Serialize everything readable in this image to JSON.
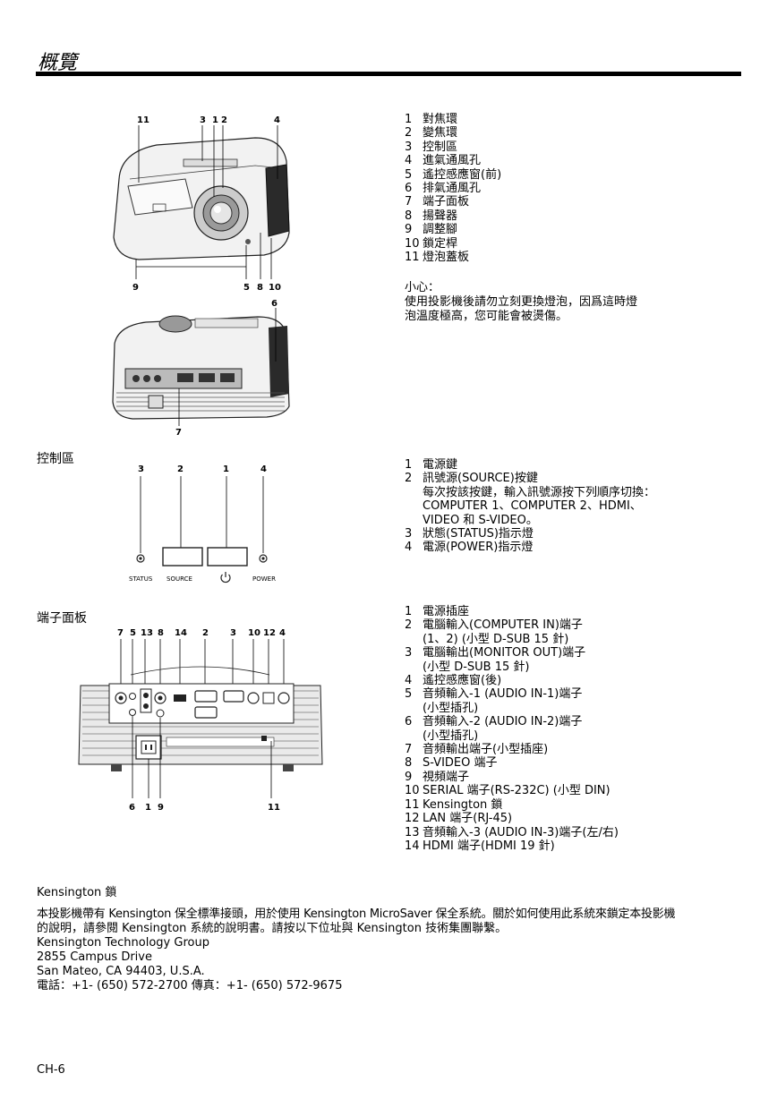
{
  "header": {
    "title": "概覽"
  },
  "overview": {
    "callouts_top": [
      "11",
      "3",
      "1",
      "2",
      "4"
    ],
    "callouts_bottom": [
      "9",
      "5",
      "8",
      "10"
    ],
    "callout_6": "6",
    "callout_7": "7",
    "parts": [
      {
        "n": "1",
        "label": "對焦環"
      },
      {
        "n": "2",
        "label": "變焦環"
      },
      {
        "n": "3",
        "label": "控制區"
      },
      {
        "n": "4",
        "label": "進氣通風孔"
      },
      {
        "n": "5",
        "label": "遙控感應窗(前)"
      },
      {
        "n": "6",
        "label": "排氣通風孔"
      },
      {
        "n": "7",
        "label": "端子面板"
      },
      {
        "n": "8",
        "label": "揚聲器"
      },
      {
        "n": "9",
        "label": "調整腳"
      },
      {
        "n": "10",
        "label": "鎖定桿"
      },
      {
        "n": "11",
        "label": "燈泡蓋板"
      }
    ],
    "caution_title": "小心：",
    "caution_text_1": "使用投影機後請勿立刻更換燈泡，因爲這時燈",
    "caution_text_2": "泡溫度極高，您可能會被燙傷。"
  },
  "control": {
    "title": "控制區",
    "callouts": [
      "3",
      "2",
      "1",
      "4"
    ],
    "labels": {
      "status": "STATUS",
      "source": "SOURCE",
      "power": "POWER"
    },
    "items": [
      {
        "n": "1",
        "label": "電源鍵"
      },
      {
        "n": "2",
        "label": "訊號源(SOURCE)按鍵"
      }
    ],
    "item2_desc": [
      "每次按該按鍵，輸入訊號源按下列順序切換：",
      "COMPUTER 1、COMPUTER 2、HDMI、",
      "VIDEO 和 S-VIDEO。"
    ],
    "items_after": [
      {
        "n": "3",
        "label": "狀態(STATUS)指示燈"
      },
      {
        "n": "4",
        "label": "電源(POWER)指示燈"
      }
    ]
  },
  "terminal": {
    "title": "端子面板",
    "callouts_top": [
      "7",
      "5",
      "13",
      "8",
      "14",
      "2",
      "3",
      "10",
      "12",
      "4"
    ],
    "callouts_bottom": [
      "6",
      "1",
      "9",
      "11"
    ],
    "items": [
      {
        "n": "1",
        "label": "電源插座",
        "sub": ""
      },
      {
        "n": "2",
        "label": "電腦輸入(COMPUTER IN)端子",
        "sub": "(1、2) (小型 D-SUB 15 針)"
      },
      {
        "n": "3",
        "label": "電腦輸出(MONITOR OUT)端子",
        "sub": "(小型 D-SUB 15  針)"
      },
      {
        "n": "4",
        "label": "遙控感應窗(後)",
        "sub": ""
      },
      {
        "n": "5",
        "label": "音頻輸入-1 (AUDIO IN-1)端子",
        "sub": "(小型插孔)"
      },
      {
        "n": "6",
        "label": "音頻輸入-2 (AUDIO IN-2)端子",
        "sub": "(小型插孔)"
      },
      {
        "n": "7",
        "label": "音頻輸出端子(小型插座)",
        "sub": ""
      },
      {
        "n": "8",
        "label": "S-VIDEO 端子",
        "sub": ""
      },
      {
        "n": "9",
        "label": "視頻端子",
        "sub": ""
      },
      {
        "n": "10",
        "label": "SERIAL 端子(RS-232C) (小型 DIN)",
        "sub": ""
      },
      {
        "n": "11",
        "label": "Kensington 鎖",
        "sub": ""
      },
      {
        "n": "12",
        "label": "LAN 端子(RJ-45)",
        "sub": ""
      },
      {
        "n": "13",
        "label": "音頻輸入-3 (AUDIO IN-3)端子(左/右)",
        "sub": ""
      },
      {
        "n": "14",
        "label": "HDMI 端子(HDMI 19 針)",
        "sub": ""
      }
    ]
  },
  "kensington": {
    "title": "Kensington 鎖",
    "line1": "本投影機帶有 Kensington 保全標準接頭，用於使用 Kensington MicroSaver 保全系統。關於如何使用此系統來鎖定本投影機",
    "line2": "的說明，請參閱 Kensington 系統的說明書。請按以下位址與 Kensington 技術集團聯繫。",
    "address": [
      "Kensington Technology Group",
      "2855 Campus Drive",
      "San Mateo, CA 94403, U.S.A.",
      "電話：+1- (650) 572-2700  傳真：+1- (650) 572-9675"
    ]
  },
  "footer": {
    "page": "CH-6"
  }
}
